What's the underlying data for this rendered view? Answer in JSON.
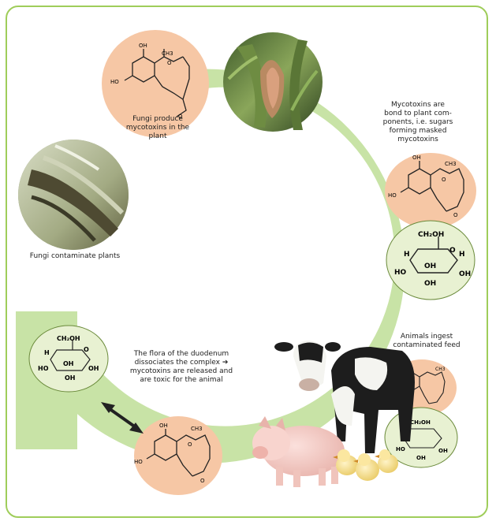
{
  "labels": {
    "fungi_produce": [
      "Fungi produce",
      "mycotoxins in the plant"
    ],
    "bound": [
      "Mycotoxins are",
      "bond to plant com-",
      "ponents, i.e. sugars",
      "forming masked",
      "mycotoxins"
    ],
    "contaminate": "Fungi contaminate plants",
    "ingest": [
      "Animals ingest",
      "contaminated feed"
    ],
    "flora": [
      "The flora of the duodenum",
      "dissociates the complex ➔",
      "mycotoxins are released and",
      "are toxic for the animal"
    ]
  },
  "molecule": {
    "oh": "OH",
    "ho": "HO",
    "ch3": "CH3",
    "o": "O",
    "o_keto": "O"
  },
  "sugar": {
    "ch2oh": "CH₂OH",
    "o": "O",
    "h": "H",
    "oh": "OH",
    "ho": "HO"
  },
  "colors": {
    "ring": "#c8e3a6",
    "frame": "#9fcd5a",
    "mycotoxin_fill": "#f6c7a5",
    "sugar_fill": "#e8f1d2"
  }
}
